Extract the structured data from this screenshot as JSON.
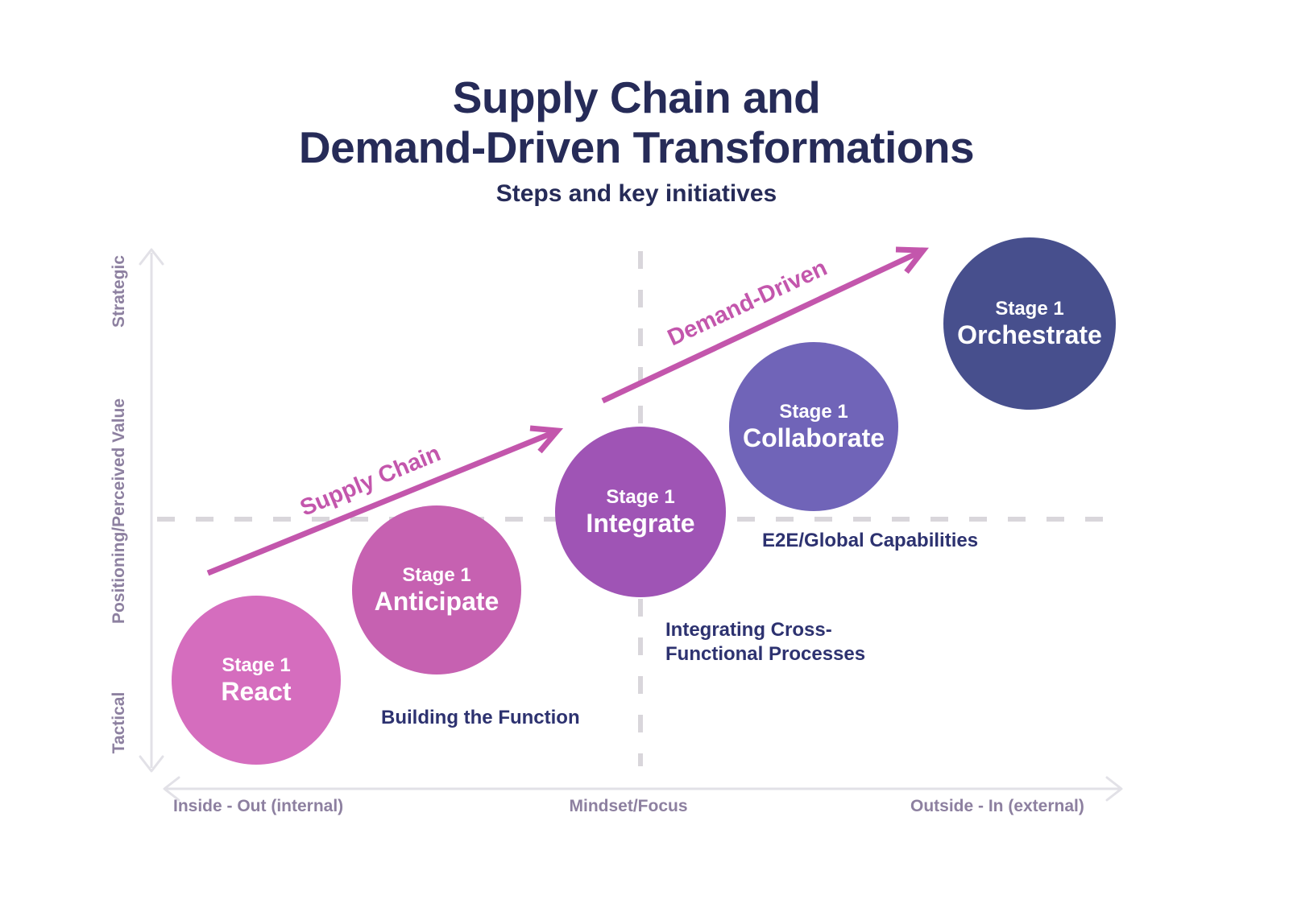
{
  "title": {
    "lines": [
      "Supply Chain and",
      "Demand-Driven Transformations"
    ]
  },
  "subtitle": "Steps and key initiatives",
  "colors": {
    "title_navy": "#262b58",
    "annotation_navy": "#2d3270",
    "axis_label_purple": "#8d80a0",
    "axis_line_gray": "#e2e1e7",
    "dash_gray": "#d9d6db",
    "arrow_pink": "#c356ac"
  },
  "y_axis": {
    "top_label": "Strategic",
    "middle_label": "Positioning/Perceived Value",
    "bottom_label": "Tactical"
  },
  "x_axis": {
    "left_label": "Inside - Out (internal)",
    "center_label": "Mindset/Focus",
    "right_label": "Outside - In (external)"
  },
  "arrows": {
    "supply_chain_label": "Supply Chain",
    "demand_driven_label": "Demand-Driven",
    "color": "#c356ac"
  },
  "stages": [
    {
      "stage": "Stage 1",
      "name": "React",
      "color": "#d56dbe"
    },
    {
      "stage": "Stage 1",
      "name": "Anticipate",
      "color": "#c661b1"
    },
    {
      "stage": "Stage 1",
      "name": "Integrate",
      "color": "#9f54b5"
    },
    {
      "stage": "Stage 1",
      "name": "Collaborate",
      "color": "#7064b8"
    },
    {
      "stage": "Stage 1",
      "name": "Orchestrate",
      "color": "#474f8d"
    }
  ],
  "annotations": {
    "building": "Building the Function",
    "integrating": "Integrating Cross-Functional Processes",
    "e2e": "E2E/Global Capabilities"
  }
}
